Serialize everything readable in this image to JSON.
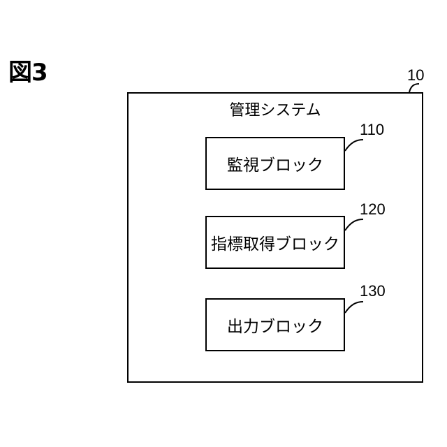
{
  "figure": {
    "label": "図3"
  },
  "system": {
    "ref": "10",
    "title": "管理システム"
  },
  "blocks": [
    {
      "ref": "110",
      "label": "監視ブロック"
    },
    {
      "ref": "120",
      "label": "指標取得ブロック"
    },
    {
      "ref": "130",
      "label": "出力ブロック"
    }
  ],
  "colors": {
    "line": "#000000",
    "background": "#ffffff"
  }
}
